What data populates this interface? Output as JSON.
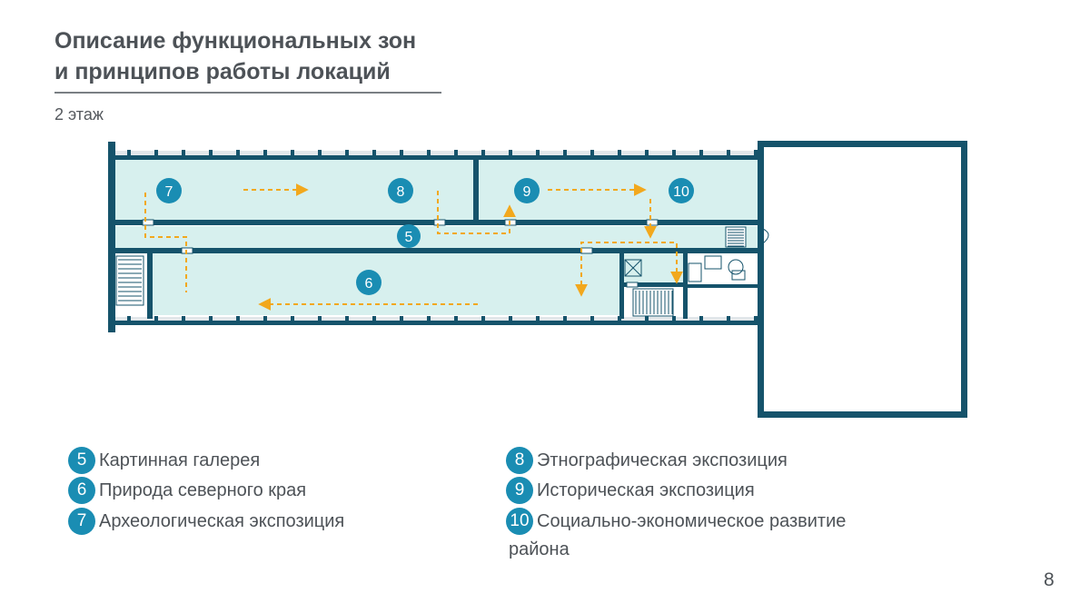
{
  "slide": {
    "title_line1": "Описание функциональных зон",
    "title_line2": "и принципов работы локаций",
    "floor": "2 этаж",
    "page_number": "8"
  },
  "plan": {
    "zone_badges": [
      "7",
      "8",
      "9",
      "10",
      "5",
      "6"
    ],
    "colors": {
      "wall": "#15536b",
      "zone_fill": "#d7f0ee",
      "badge": "#1a8db3",
      "arrow": "#f2a81d",
      "window": "#b8c2c8"
    }
  },
  "legend": [
    {
      "num": "5",
      "label": "Картинная галерея"
    },
    {
      "num": "6",
      "label": "Природа северного края"
    },
    {
      "num": "7",
      "label": "Археологическая экспозиция"
    },
    {
      "num": "8",
      "label": "Этнографическая экспозиция"
    },
    {
      "num": "9",
      "label": "Историческая экспозиция"
    },
    {
      "num": "10",
      "label": " Социально-экономическое развитие",
      "label_cont": "района"
    }
  ]
}
